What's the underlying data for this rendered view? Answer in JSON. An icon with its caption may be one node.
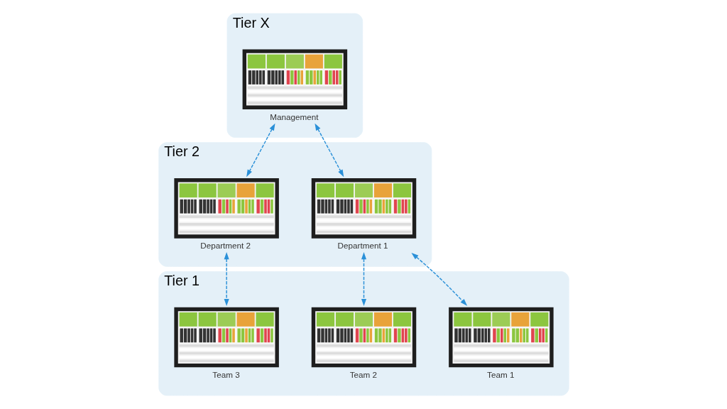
{
  "diagram": {
    "nodes": [
      {
        "text": [
          "Tier X"
        ]
      },
      {
        "text": [],
        "shape": "picture",
        "in": 0,
        "beside": [
          "Management"
        ]
      },
      {
        "text": [
          "Tier 2"
        ]
      },
      {
        "text": [],
        "shape": "picture",
        "in": 2,
        "beside": [
          "Department 1"
        ]
      },
      {
        "text": [],
        "shape": "picture",
        "in": 2,
        "beside": [
          "Department 2"
        ]
      },
      {
        "text": [
          "Tier 1"
        ]
      },
      {
        "text": [],
        "shape": "picture",
        "in": 5,
        "beside": [
          "Team 1"
        ]
      },
      {
        "text": [],
        "shape": "picture",
        "in": 5,
        "beside": [
          "Team 2"
        ]
      },
      {
        "text": [],
        "shape": "picture",
        "in": 5,
        "beside": [
          "Team 3"
        ]
      }
    ],
    "edges": [
      {
        "from": 1,
        "to": 3,
        "arrow": "both",
        "style": "dashed"
      },
      {
        "from": 1,
        "to": 4,
        "arrow": "both",
        "style": "dashed"
      },
      {
        "from": 3,
        "to": 6,
        "arrow": "both",
        "style": "dashed"
      },
      {
        "from": 3,
        "to": 7,
        "arrow": "both",
        "style": "dashed"
      },
      {
        "from": 4,
        "to": 8,
        "arrow": "both",
        "style": "dashed"
      }
    ]
  }
}
